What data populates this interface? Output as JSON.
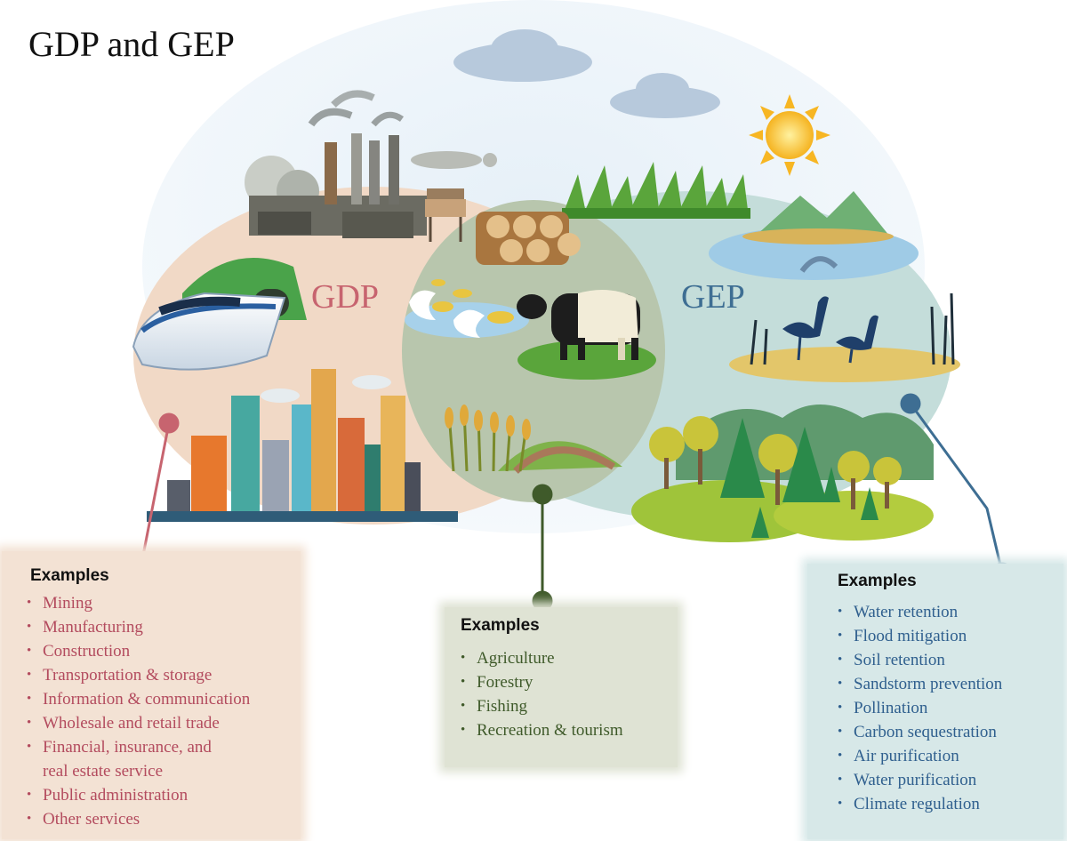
{
  "title": "GDP and GEP",
  "labels": {
    "gdp": "GDP",
    "gep": "GEP"
  },
  "colors": {
    "gdp_accent": "#c7646f",
    "mid_accent": "#3f5a2a",
    "gep_accent": "#3e6e93",
    "gdp_region": "#f1d9c6",
    "mid_region": "#b8c6ad",
    "gep_region": "#c4ddda"
  },
  "gdp_examples": {
    "heading": "Examples",
    "items": [
      "Mining",
      "Manufacturing",
      "Construction",
      "Transportation & storage",
      "Information & communication",
      "Wholesale and retail trade",
      "Financial, insurance, and\nreal estate service",
      "Public administration",
      "Other services"
    ]
  },
  "shared_examples": {
    "heading": "Examples",
    "items": [
      "Agriculture",
      "Forestry",
      "Fishing",
      "Recreation & tourism"
    ]
  },
  "gep_examples": {
    "heading": "Examples",
    "items": [
      "Water retention",
      "Flood mitigation",
      "Soil retention",
      "Sandstorm prevention",
      "Pollination",
      "Carbon sequestration",
      "Air purification",
      "Water purification",
      "Climate regulation"
    ]
  },
  "icons": [
    "cloud-icon",
    "sun-icon",
    "factory-icon",
    "train-icon",
    "city-icon",
    "logs-icon",
    "fish-icon",
    "cow-icon",
    "wheat-icon",
    "island-icon",
    "crane-icon",
    "forest-icon"
  ]
}
